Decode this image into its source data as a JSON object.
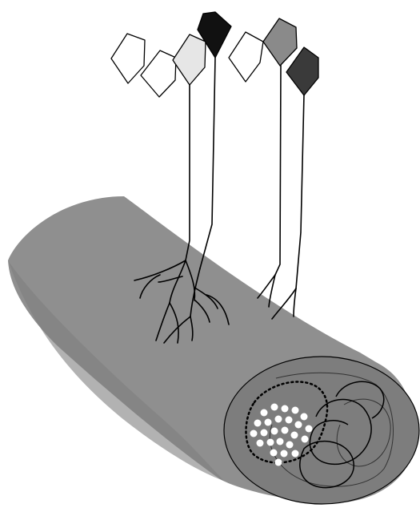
{
  "diagram": {
    "subject": "neurons-projecting-axons-into-nerve-bundle",
    "labels": [],
    "colors": {
      "background": "#ffffff",
      "bundle_body": "#8f8f8f",
      "bundle_shadow": "#7a7a7a",
      "bundle_cap": "#7d7d7d",
      "outline": "#000000",
      "cell_white": "#ffffff",
      "cell_light_gray": "#e6e6e6",
      "cell_black": "#111111",
      "cell_mid_gray": "#8a8a8a",
      "cell_dark_gray": "#3a3a3a",
      "fiber_dot": "#ffffff"
    },
    "neurons": [
      {
        "name": "neuron-1",
        "fill": "white"
      },
      {
        "name": "neuron-2",
        "fill": "white"
      },
      {
        "name": "neuron-3",
        "fill": "light-gray"
      },
      {
        "name": "neuron-4",
        "fill": "black"
      },
      {
        "name": "neuron-5",
        "fill": "white"
      },
      {
        "name": "neuron-6",
        "fill": "mid-gray"
      },
      {
        "name": "neuron-7",
        "fill": "dark-gray"
      }
    ]
  }
}
